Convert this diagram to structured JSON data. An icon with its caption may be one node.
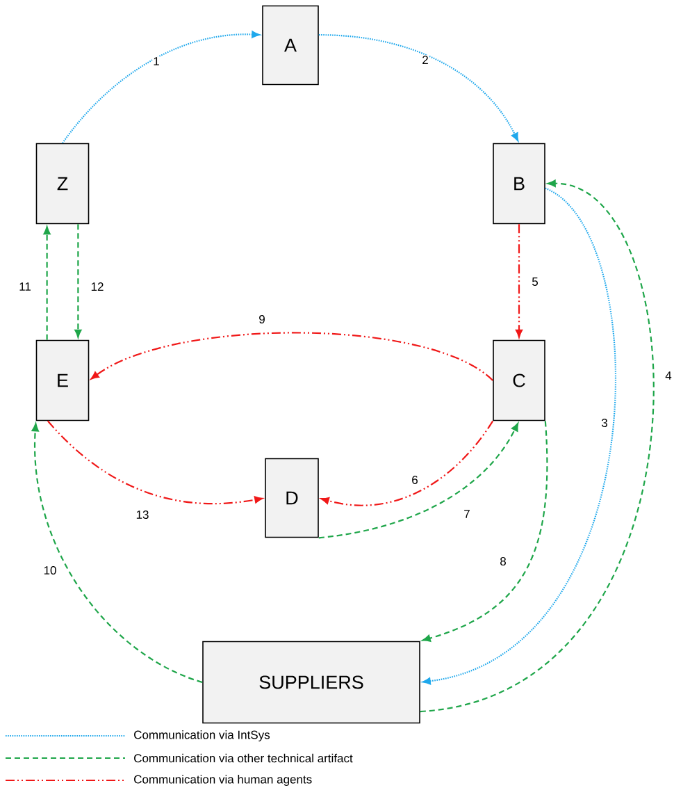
{
  "diagram": {
    "nodes": [
      {
        "text": [
          "A"
        ]
      },
      {
        "text": [
          "Z"
        ]
      },
      {
        "text": [
          "B"
        ]
      },
      {
        "text": [
          "E"
        ]
      },
      {
        "text": [
          "C"
        ]
      },
      {
        "text": [
          "D"
        ]
      },
      {
        "text": [
          "SUPPLIERS"
        ]
      }
    ],
    "edges": [
      {
        "from": 1,
        "to": 0,
        "arrow": "to",
        "label": "1",
        "color": "#1fa8ec"
      },
      {
        "from": 0,
        "to": 2,
        "arrow": "to",
        "label": "2",
        "color": "#1fa8ec"
      },
      {
        "from": 2,
        "to": 6,
        "arrow": "to",
        "label": "3",
        "color": "#1fa8ec"
      },
      {
        "from": 6,
        "to": 2,
        "arrow": "to",
        "label": "4",
        "style": "dashed",
        "color": "#1fa64a"
      },
      {
        "from": 2,
        "to": 4,
        "arrow": "to",
        "label": "5",
        "color": "#f01818"
      },
      {
        "from": 4,
        "to": 5,
        "arrow": "to",
        "label": "6",
        "color": "#f01818"
      },
      {
        "from": 5,
        "to": 4,
        "arrow": "to",
        "label": "7",
        "style": "dashed",
        "color": "#1fa64a"
      },
      {
        "from": 4,
        "to": 6,
        "arrow": "to",
        "label": "8",
        "style": "dashed",
        "color": "#1fa64a"
      },
      {
        "from": 4,
        "to": 3,
        "arrow": "to",
        "label": "9",
        "color": "#f01818"
      },
      {
        "from": 6,
        "to": 3,
        "arrow": "to",
        "label": "10",
        "style": "dashed",
        "color": "#1fa64a"
      },
      {
        "from": 3,
        "to": 1,
        "arrow": "to",
        "label": "11",
        "style": "dashed",
        "color": "#1fa64a"
      },
      {
        "from": 1,
        "to": 3,
        "arrow": "to",
        "label": "12",
        "style": "dashed",
        "color": "#1fa64a"
      },
      {
        "from": 3,
        "to": 5,
        "arrow": "to",
        "label": "13",
        "color": "#f01818"
      }
    ],
    "legend": [
      {
        "text": "Communication via IntSys"
      },
      {
        "text": "Communication via other technical artifact"
      },
      {
        "text": "Communication via human agents"
      }
    ]
  }
}
